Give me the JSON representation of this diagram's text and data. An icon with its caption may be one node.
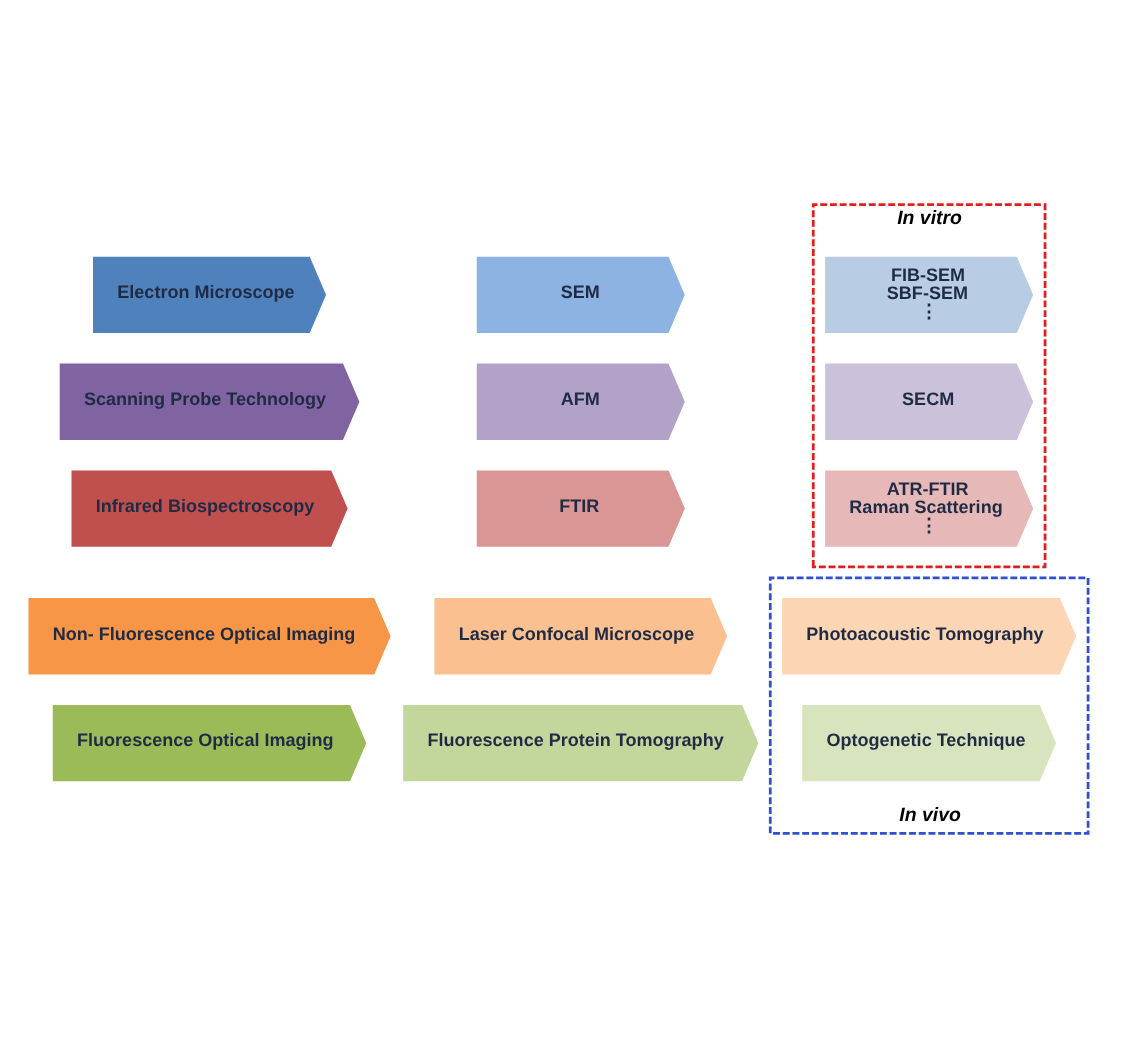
{
  "diagram": {
    "nodes": [
      {
        "text": [
          "Electron Microscope"
        ]
      },
      {
        "text": [
          "SEM"
        ]
      },
      {
        "text": [
          "In vitro"
        ]
      },
      {
        "text": [
          "FIB-SEM",
          "SBF-SEM",
          "⋮"
        ],
        "in": 2
      },
      {
        "text": [
          "Scanning Probe Technology"
        ]
      },
      {
        "text": [
          "AFM"
        ]
      },
      {
        "text": [
          "SECM"
        ],
        "in": 2
      },
      {
        "text": [
          "Infrared Biospectroscopy"
        ]
      },
      {
        "text": [
          "FTIR"
        ]
      },
      {
        "text": [
          "ATR-FTIR",
          "Raman Scattering",
          "⋮"
        ],
        "in": 2
      },
      {
        "text": [
          "Fluorescence Optical Imaging"
        ]
      },
      {
        "text": [
          "Fluorescence Protein Tomography"
        ]
      },
      {
        "text": [
          "In vivo"
        ]
      },
      {
        "text": [
          "Optogenetic Technique"
        ],
        "in": 12
      },
      {
        "text": [
          "Non- Fluorescence Optical Imaging"
        ]
      },
      {
        "text": [
          "Laser Confocal Microscope"
        ]
      },
      {
        "text": [
          "Photoacoustic Tomography"
        ],
        "in": 12
      }
    ]
  }
}
